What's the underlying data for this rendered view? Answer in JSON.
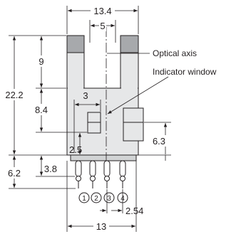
{
  "dimensions": {
    "overall_width": "13.4",
    "slot_width": "5",
    "slot_depth": "9",
    "total_height": "22.2",
    "indicator_offset_x": "3",
    "indicator_offset_y": "8.4",
    "indicator_height": "2.5",
    "side_window": "6.3",
    "pin_length": "3.8",
    "lead_height": "6.2",
    "pin_pitch": "2.54",
    "pin_span": "13"
  },
  "labels": {
    "optical_axis": "Optical axis",
    "indicator_window": "Indicator window"
  },
  "pins": [
    "1",
    "2",
    "3",
    "4"
  ],
  "colors": {
    "body_fill": "#e6e7e8",
    "body_dark": "#a7a9ac",
    "line": "#231f20"
  }
}
